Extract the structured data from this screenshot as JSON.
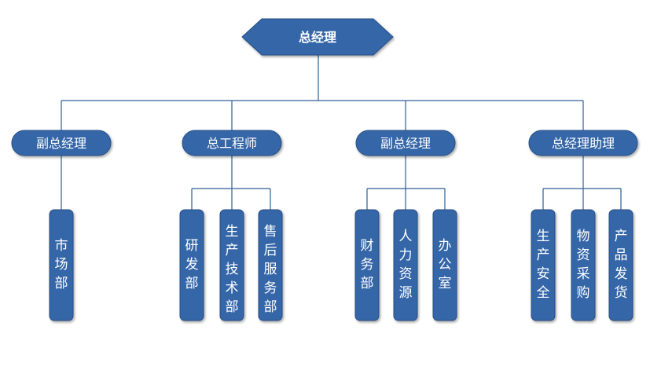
{
  "org_chart": {
    "root": {
      "label": "总经理"
    },
    "branches": [
      {
        "label": "副总经理",
        "departments": [
          {
            "label": "市场部"
          }
        ]
      },
      {
        "label": "总工程师",
        "departments": [
          {
            "label": "研发部"
          },
          {
            "label": "生产技术部"
          },
          {
            "label": "售后服务部"
          }
        ]
      },
      {
        "label": "副总经理",
        "departments": [
          {
            "label": "财务部"
          },
          {
            "label": "人力资源"
          },
          {
            "label": "办公室"
          }
        ]
      },
      {
        "label": "总经理助理",
        "departments": [
          {
            "label": "生产安全"
          },
          {
            "label": "物资采购"
          },
          {
            "label": "产品发货"
          }
        ]
      }
    ]
  },
  "colors": {
    "node_fill": "#3566a8",
    "node_stroke": "#254f86",
    "line": "#2f5f96",
    "text": "#ffffff"
  }
}
